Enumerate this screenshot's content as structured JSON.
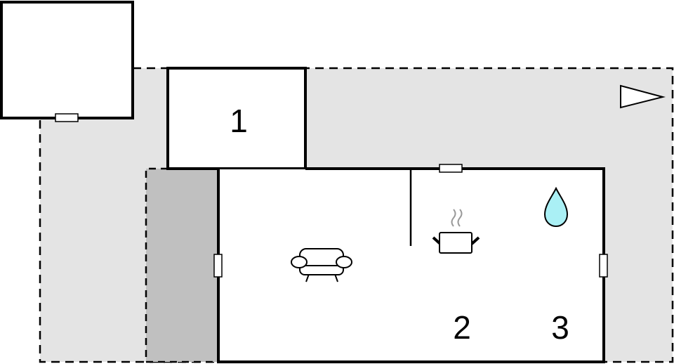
{
  "diagram": {
    "type": "floor-plan",
    "colors": {
      "outdoor_area": "#e4e4e4",
      "covered_area": "#c0c0c0",
      "walls": "#000000",
      "room_fill": "#ffffff",
      "water_icon": "#aaf0f5",
      "steam": "#999999"
    },
    "rooms": [
      {
        "id": "1",
        "label": "1"
      },
      {
        "id": "2",
        "label": "2",
        "icons": [
          "armchair-icon",
          "cooking-pot-icon"
        ]
      },
      {
        "id": "3",
        "label": "3",
        "icons": [
          "water-drop-icon"
        ]
      }
    ],
    "other_elements": [
      "outbuilding",
      "terrace",
      "covered-terrace",
      "north-arrow",
      "windows"
    ]
  }
}
